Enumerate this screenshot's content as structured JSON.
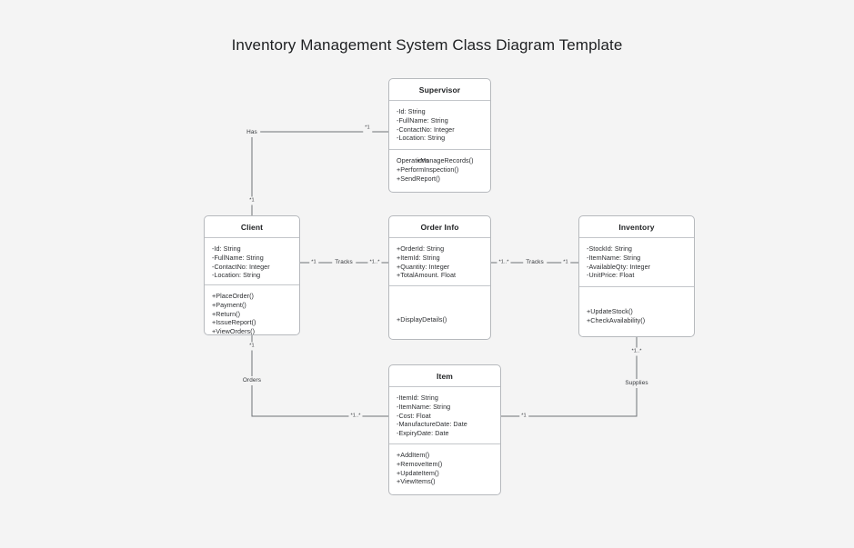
{
  "diagram": {
    "title": "Inventory Management System Class Diagram Template",
    "background_color": "#f4f4f4",
    "box_fill": "#ffffff",
    "box_border": "#b6b9bd",
    "edge_color": "#6e7276"
  },
  "classes": {
    "supervisor": {
      "name": "Supervisor",
      "attributes": [
        "-Id: String",
        "-FullName: String",
        "-ContactNo: Integer",
        "-Location: String"
      ],
      "operations_caption": "Operations",
      "operations": [
        "+ManageRecords()",
        "+PerformInspection()",
        "+SendReport()"
      ]
    },
    "client": {
      "name": "Client",
      "attributes": [
        "-Id: String",
        "-FullName: String",
        "-ContactNo: Integer",
        "-Location: String"
      ],
      "operations": [
        "+PlaceOrder()",
        "+Payment()",
        "+Return()",
        "+IssueReport()",
        "+ViewOrders()"
      ]
    },
    "order_info": {
      "name": "Order Info",
      "attributes": [
        "+OrderId: String",
        "+ItemId: String",
        "+Quantity: Integer",
        "+TotalAmount. Float"
      ],
      "operations": [
        "+DisplayDetails()"
      ]
    },
    "inventory": {
      "name": "Inventory",
      "attributes": [
        "-StockId: String",
        "-ItemName: String",
        "-AvailableQty: Integer",
        "-UnitPrice: Float"
      ],
      "operations": [
        "+UpdateStock()",
        "+CheckAvailability()"
      ]
    },
    "item": {
      "name": "Item",
      "attributes": [
        "-ItemId: String",
        "-ItemName: String",
        "-Cost: Float",
        "-ManufactureDate: Date",
        "-ExpiryDate: Date"
      ],
      "operations": [
        "+AddItem()",
        "+RemoveItem()",
        "+UpdateItem()",
        "+ViewItems()"
      ]
    }
  },
  "relationships": [
    {
      "id": "has",
      "label": "Has",
      "from": "client",
      "to": "supervisor",
      "source_multiplicity": "*1",
      "target_multiplicity": "*1"
    },
    {
      "id": "client-tracks-order",
      "label": "Tracks",
      "from": "client",
      "to": "order_info",
      "source_multiplicity": "*1",
      "target_multiplicity": "*1..*"
    },
    {
      "id": "order-tracks-inventory",
      "label": "Tracks",
      "from": "order_info",
      "to": "inventory",
      "source_multiplicity": "*1..*",
      "target_multiplicity": "*1"
    },
    {
      "id": "orders",
      "label": "Orders",
      "from": "client",
      "to": "item",
      "source_multiplicity": "*1",
      "target_multiplicity": "*1..*"
    },
    {
      "id": "supplies",
      "label": "Supplies",
      "from": "inventory",
      "to": "item",
      "source_multiplicity": "*1..*",
      "target_multiplicity": "*1"
    }
  ]
}
